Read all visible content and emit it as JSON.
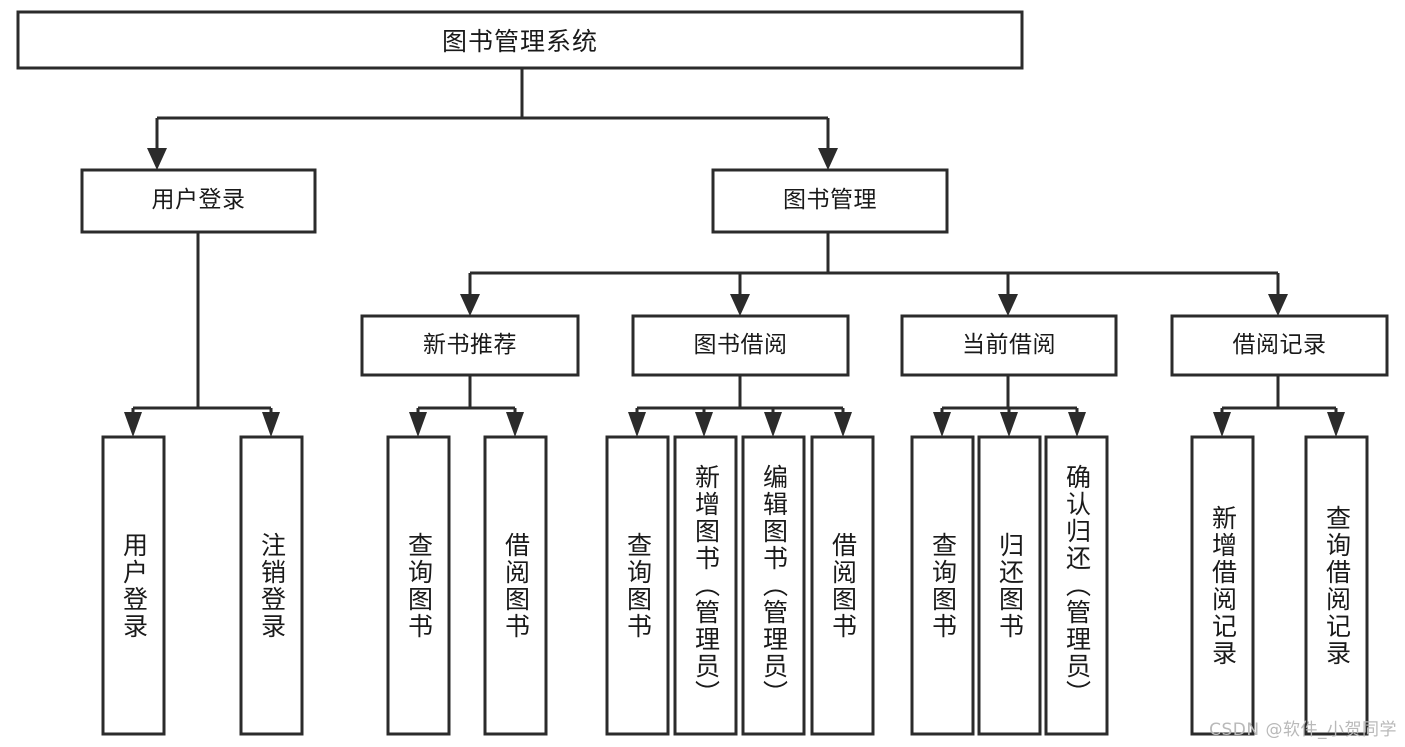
{
  "diagram": {
    "title": "图书管理系统",
    "watermark": "CSDN @软件_小贺同学",
    "style": {
      "box_fill": "#ffffff",
      "box_stroke": "#2b2b2b",
      "text_color": "#1a1a1a",
      "watermark_color": "#b9b9b9",
      "page_background": "#ffffff"
    },
    "nodes": {
      "root": {
        "label": "图书管理系统"
      },
      "level2": [
        {
          "label": "用户登录"
        },
        {
          "label": "图书管理"
        }
      ],
      "level3": [
        {
          "label": "新书推荐"
        },
        {
          "label": "图书借阅"
        },
        {
          "label": "当前借阅"
        },
        {
          "label": "借阅记录"
        }
      ],
      "leaves": {
        "user_login": [
          {
            "label": "用户登录"
          },
          {
            "label": "注销登录"
          }
        ],
        "new_book_recommend": [
          {
            "label": "查询图书"
          },
          {
            "label": "借阅图书"
          }
        ],
        "book_borrow": [
          {
            "label": "查询图书"
          },
          {
            "label": "新增图书（管理员）"
          },
          {
            "label": "编辑图书（管理员）"
          },
          {
            "label": "借阅图书"
          }
        ],
        "current_borrow": [
          {
            "label": "查询图书"
          },
          {
            "label": "归还图书"
          },
          {
            "label": "确认归还（管理员）"
          }
        ],
        "borrow_record": [
          {
            "label": "新增借阅记录"
          },
          {
            "label": "查询借阅记录"
          }
        ]
      }
    }
  }
}
